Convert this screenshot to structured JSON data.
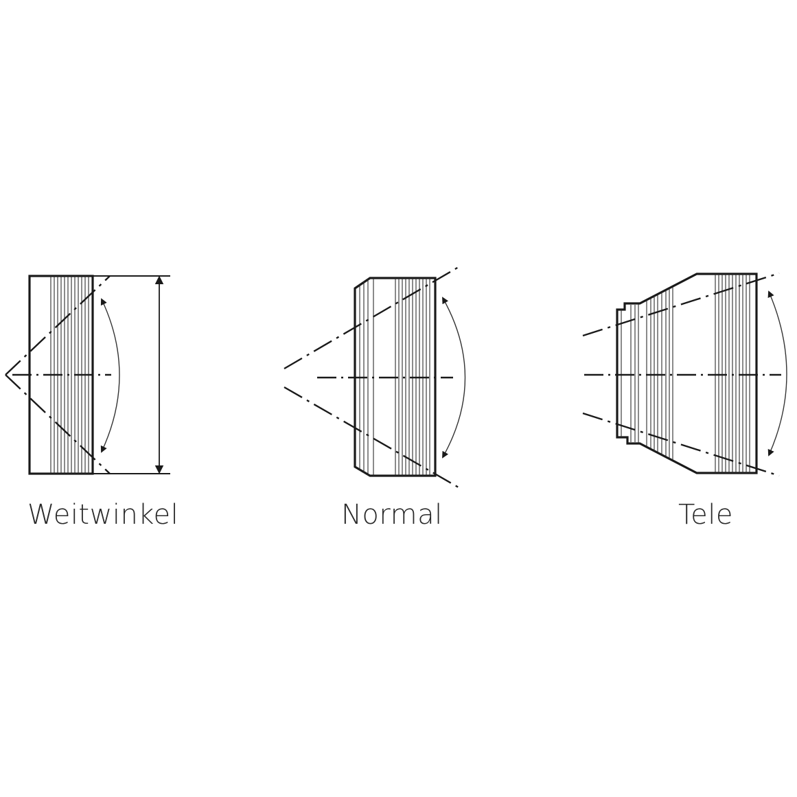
{
  "diagram": {
    "type": "lens-field-of-view-comparison",
    "colors": {
      "background": "#ffffff",
      "ink": "#1a1a1a"
    },
    "lenses": [
      {
        "id": "wide",
        "label": "Weitwinkel",
        "annotations": [
          "angle-of-view-arc",
          "image-height-dimension"
        ]
      },
      {
        "id": "normal",
        "label": "Normal",
        "annotations": [
          "angle-of-view-arc"
        ]
      },
      {
        "id": "tele",
        "label": "Tele",
        "annotations": [
          "angle-of-view-arc"
        ]
      }
    ]
  }
}
